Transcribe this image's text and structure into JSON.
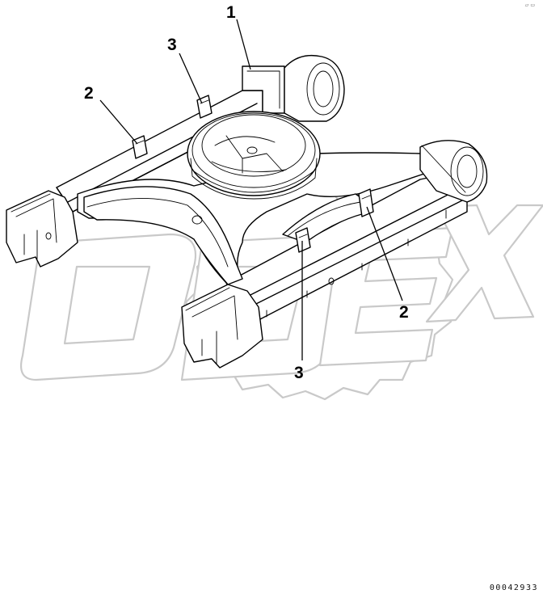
{
  "callouts": [
    {
      "id": "callout-1",
      "label": "1"
    },
    {
      "id": "callout-2-left",
      "label": "2"
    },
    {
      "id": "callout-3-top",
      "label": "3"
    },
    {
      "id": "callout-2-right",
      "label": "2"
    },
    {
      "id": "callout-3-bottom",
      "label": "3"
    }
  ],
  "drawing_number": "00042933",
  "corner_mark": "▱ ▭",
  "watermark_text": "ODEX",
  "colors": {
    "line": "#000000",
    "watermark": "#c9c9c9",
    "background": "#ffffff"
  }
}
